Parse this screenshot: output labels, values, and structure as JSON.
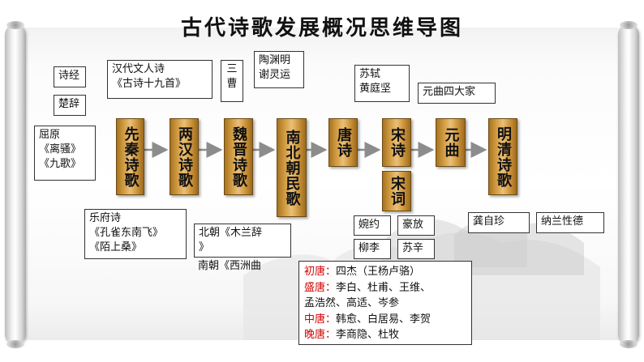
{
  "title": "古代诗歌发展概况思维导图",
  "colors": {
    "node_gold": "#d7a249",
    "period_red": "#d40000",
    "arrow_gray": "#8c8c8c"
  },
  "nodes": [
    {
      "id": "xianqin",
      "label": "先秦诗歌"
    },
    {
      "id": "lianghan",
      "label": "两汉诗歌"
    },
    {
      "id": "weijin",
      "label": "魏晋诗歌"
    },
    {
      "id": "nanbeichao",
      "label": "南北朝民歌"
    },
    {
      "id": "tang",
      "label": "唐诗"
    },
    {
      "id": "song",
      "label": "宋诗"
    },
    {
      "id": "yuan",
      "label": "元曲"
    },
    {
      "id": "mingqing",
      "label": "明清诗歌"
    },
    {
      "id": "songci",
      "label": "宋词"
    }
  ],
  "notes": {
    "shijing": "诗经",
    "chuci": "楚辞",
    "quyuan": [
      "屈原",
      "《离骚》",
      "《九歌》"
    ],
    "handai": [
      "汉代文人诗",
      "《古诗十九首》"
    ],
    "sancao": [
      "三",
      "曹"
    ],
    "taoxie": [
      "陶渊明",
      "谢灵运"
    ],
    "yuefu": [
      "乐府诗",
      "《孔雀东南飞》",
      "《陌上桑》"
    ],
    "beichao": [
      "北朝《木兰辞",
      "》"
    ],
    "nanchao": "南朝《西洲曲",
    "suhuang": [
      "苏轼",
      "黄庭坚"
    ],
    "yuanqu_sidajia": "元曲四大家",
    "wanyue": "婉约",
    "haofang": "豪放",
    "liuli": "柳李",
    "suxin": "苏辛",
    "gongzizhen": "龚自珍",
    "nalan": "纳兰性德"
  },
  "tang_periods": [
    {
      "period": "初唐：",
      "poets": "四杰（王杨卢骆）"
    },
    {
      "period": "盛唐：",
      "poets": "李白、杜甫、王维、"
    },
    {
      "period": "",
      "poets": "孟浩然、高适、岑参"
    },
    {
      "period": "中唐：",
      "poets": "韩愈、白居易、李贺"
    },
    {
      "period": "晚唐：",
      "poets": "李商隐、杜牧"
    }
  ]
}
